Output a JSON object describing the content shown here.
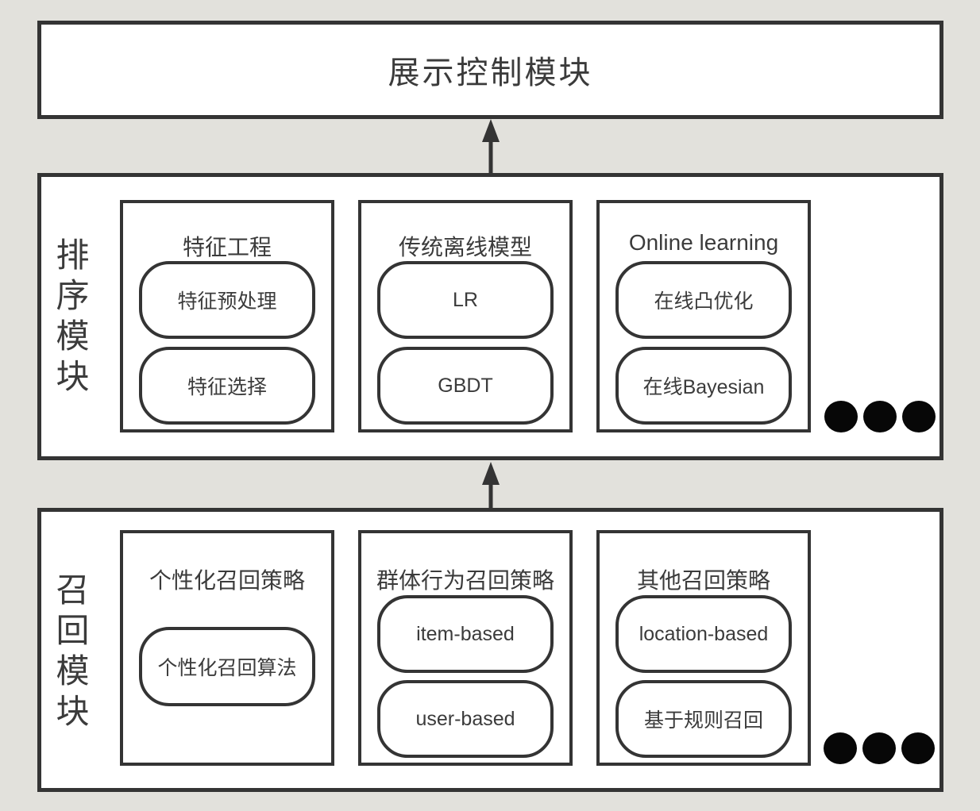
{
  "colors": {
    "background": "#e2e1dc",
    "box_background": "#ffffff",
    "line": "#343434",
    "text": "#3b3b3b",
    "dot": "#070707"
  },
  "icons": {
    "arrow_up": "up-arrow",
    "ellipsis": "three-dots"
  },
  "top_module": {
    "title": "展示控制模块"
  },
  "ranking_module": {
    "label": "排序模块",
    "groups": [
      {
        "title": "特征工程",
        "items": [
          "特征预处理",
          "特征选择"
        ]
      },
      {
        "title": "传统离线模型",
        "items": [
          "LR",
          "GBDT"
        ]
      },
      {
        "title": "Online learning",
        "items": [
          "在线凸优化",
          "在线Bayesian"
        ]
      }
    ]
  },
  "recall_module": {
    "label": "召回模块",
    "groups": [
      {
        "title": "个性化召回策略",
        "items": [
          "个性化召回算法"
        ]
      },
      {
        "title": "群体行为召回策略",
        "items": [
          "item-based",
          "user-based"
        ]
      },
      {
        "title": "其他召回策略",
        "items": [
          "location-based",
          "基于规则召回"
        ]
      }
    ]
  }
}
